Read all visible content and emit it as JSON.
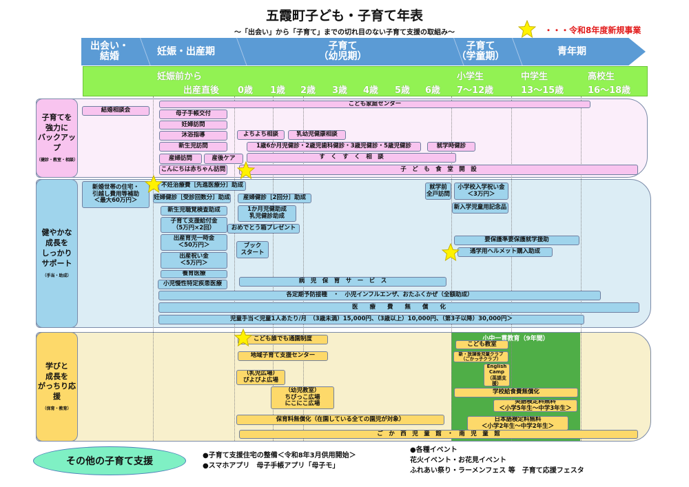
{
  "title": "五霞町子ども・子育て年表",
  "subtitle": "～「出会い」から「子育て」までの切れ目のない子育て支援の取組み～",
  "legend": {
    "icon": "star-icon",
    "text": "・・・令和8年度新規事業",
    "color": "#e21b1b"
  },
  "stages": [
    "出会い・\n結婚",
    "妊娠・出産期",
    "子育て\n（幼児期）",
    "子育て\n（学童期）",
    "青年期"
  ],
  "ages": {
    "pre1": "妊娠前から",
    "pre2": "出産直後",
    "a0": "0歳",
    "a1": "1歳",
    "a2": "2歳",
    "a3": "3歳",
    "a4": "4歳",
    "a5": "5歳",
    "a6": "6歳",
    "el1": "小学生",
    "el2": "7～12歳",
    "jh1": "中学生",
    "jh2": "13～15歳",
    "hs1": "高校生",
    "hs2": "16～18歳"
  },
  "sections": [
    {
      "label": "子育てを\n強力に\nバックアップ",
      "sub": "（健診・教室・相談）",
      "color": "#f8c4ef",
      "items": {
        "kekkon": "結婚相談会",
        "center": "こども家庭センター",
        "boshi": "母子手帳交付",
        "ninpu": "妊婦訪問",
        "mokuyoku": "沐浴指導",
        "yochi": "よちよち相談",
        "nyuyoji": "乳幼児健康相談",
        "shinsei": "新生児訪問",
        "kenshin": "1歳6か月児健診・2歳児歯科健診・3歳児健診・5歳児健診",
        "shugaku": "就学時健診",
        "sanpu": "産婦訪問",
        "sango": "産後ケア",
        "sukusuku": "す　く　す　く　相　談",
        "konnichiwa": "こんにちは赤ちゃん訪問",
        "shokudo": "子　ど　も　食　堂　開　設"
      }
    },
    {
      "label": "健やかな\n成長を\nしっかり\nサポート",
      "sub": "（手当・助成）",
      "color": "#9fd4ec",
      "items": {
        "shinkon": "新婚世帯の住宅・\n引越し費用等補助\n＜最大60万円＞",
        "funin": "不妊治療費［先進医療分］助成",
        "ninpukenshin": "妊婦健診［受診回数分］助成",
        "sanpukenshin": "産婦健診［2回分］助成",
        "chokaku": "新生児聴覚検査助成",
        "ikkagetsu": "1か月児健助成\n乳児健診助成",
        "kyufu": "子育て支援給付金\n（5万円×2回）",
        "omedeto": "おめでとう箱プレゼント",
        "ichiji": "出産育児一時金\n＜50万円＞",
        "book": "ブック\nスタート",
        "iwai": "出産祝い金\n＜5万円＞",
        "yoiku": "養育医療",
        "shoman": "小児慢性特定疾患医療",
        "byoji": "病　児　保　育　サ　ー　ビ　ス",
        "zenko": "就学前\n全戸訪問",
        "nyugaku": "小学校入学祝い金\n＜3万円＞",
        "kinen": "新入学児童用記念品",
        "shugakuenjo": "要保護準要保護就学援助",
        "helmet": "通学用ヘルメット購入助成",
        "yobo": "各定期予防接種　・　小児インフルエンザ、おたふくかぜ（全額助成）",
        "iryo": "医　　療　　費　　無　　償　　化",
        "jido": "児童手当＜児童1人あたり/月　（3歳未満）15,000円、（3歳以上）10,000円、（第3子以降）30,000円＞"
      }
    },
    {
      "label": "学びと\n成長を\nがっちり応援",
      "sub": "（保育・教育）",
      "color": "#fdd96a",
      "items": {
        "daredemo": "こども誰でも通園制度",
        "chiiki": "地域子育て支援センター",
        "piyo": "（乳児広場）\nぴよぴよ広場",
        "chibikko": "（幼児教室）\nちびっこ広場\nにこにこ広場",
        "hoikuryo": "保育料無償化（在園している全ての園児が対象）",
        "jidokan": "ご　か　西　児　童　館　・　南　児　童　館",
        "ikkan": "小中一貫教育（9年間）",
        "kodomokyoshitsu": "こども教室",
        "club": "新・放課後児童クラブ\n（ごかっ子クラブ）",
        "english": "English\nCamp\n（英語支援）",
        "kyushoku": "学校給食費無償化",
        "eiken": "英語検定料無料\n＜小学5年生～中学3年生＞",
        "nihongo": "日本語検定料無料\n＜小学2年生～中学2年生＞"
      }
    }
  ],
  "footer": {
    "oval": "その他の子育て支援",
    "left": [
      "●子育て支援住宅の整備＜令和8年3月供用開始＞",
      "●スマホアプリ　母子手帳アプリ「母子モ」"
    ],
    "right": [
      "●各種イベント",
      "花火イベント・お花見イベント",
      "ふれあい祭り・ラーメンフェス 等　子育て応援フェスタ"
    ]
  }
}
